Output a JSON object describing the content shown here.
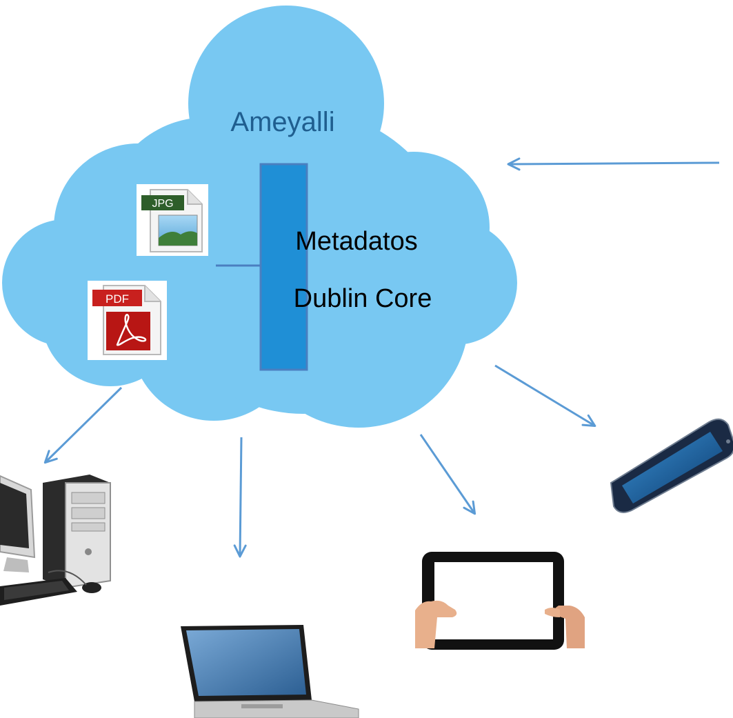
{
  "cloud": {
    "title": "Ameyalli",
    "fill_color": "#78c8f2"
  },
  "metadata_box": {
    "line1": "Metadatos",
    "line2": "Dublin Core",
    "fill_color": "#1f8fd6",
    "edge_color": "#4a7fc0"
  },
  "files": [
    {
      "icon": "jpg-file-icon",
      "badge": "JPG",
      "badge_color": "#2e5e2a"
    },
    {
      "icon": "pdf-file-icon",
      "badge": "PDF",
      "badge_color": "#c8201e"
    }
  ],
  "arrow_color": "#5b9bd5",
  "devices": [
    {
      "icon": "desktop-computer-icon"
    },
    {
      "icon": "laptop-icon"
    },
    {
      "icon": "tablet-icon"
    },
    {
      "icon": "smartphone-icon"
    }
  ]
}
